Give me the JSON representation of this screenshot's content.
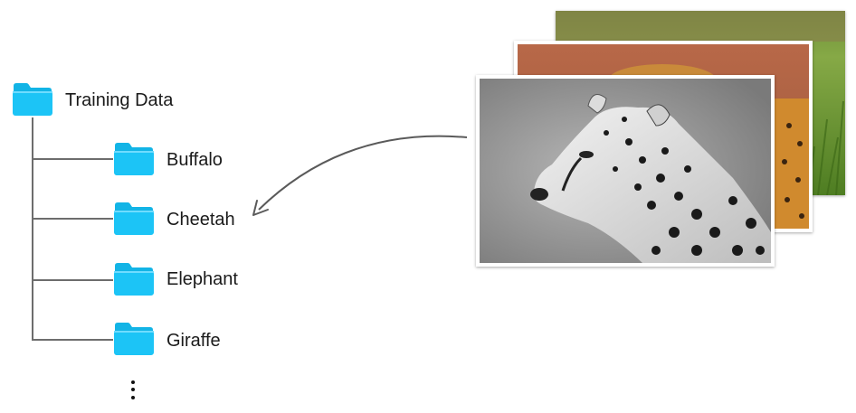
{
  "tree": {
    "root_label": "Training Data",
    "children": [
      {
        "label": "Buffalo"
      },
      {
        "label": "Cheetah"
      },
      {
        "label": "Elephant"
      },
      {
        "label": "Giraffe"
      }
    ],
    "more_indicator": "⋮"
  },
  "photos": [
    {
      "subject": "grass-field-photo"
    },
    {
      "subject": "cheetah-color-photo"
    },
    {
      "subject": "cheetah-grayscale-photo"
    }
  ],
  "colors": {
    "folder": "#1cc4f6",
    "folder_tab": "#12b4e6",
    "line": "#6d6d6d",
    "arrow": "#5a5a5a"
  }
}
